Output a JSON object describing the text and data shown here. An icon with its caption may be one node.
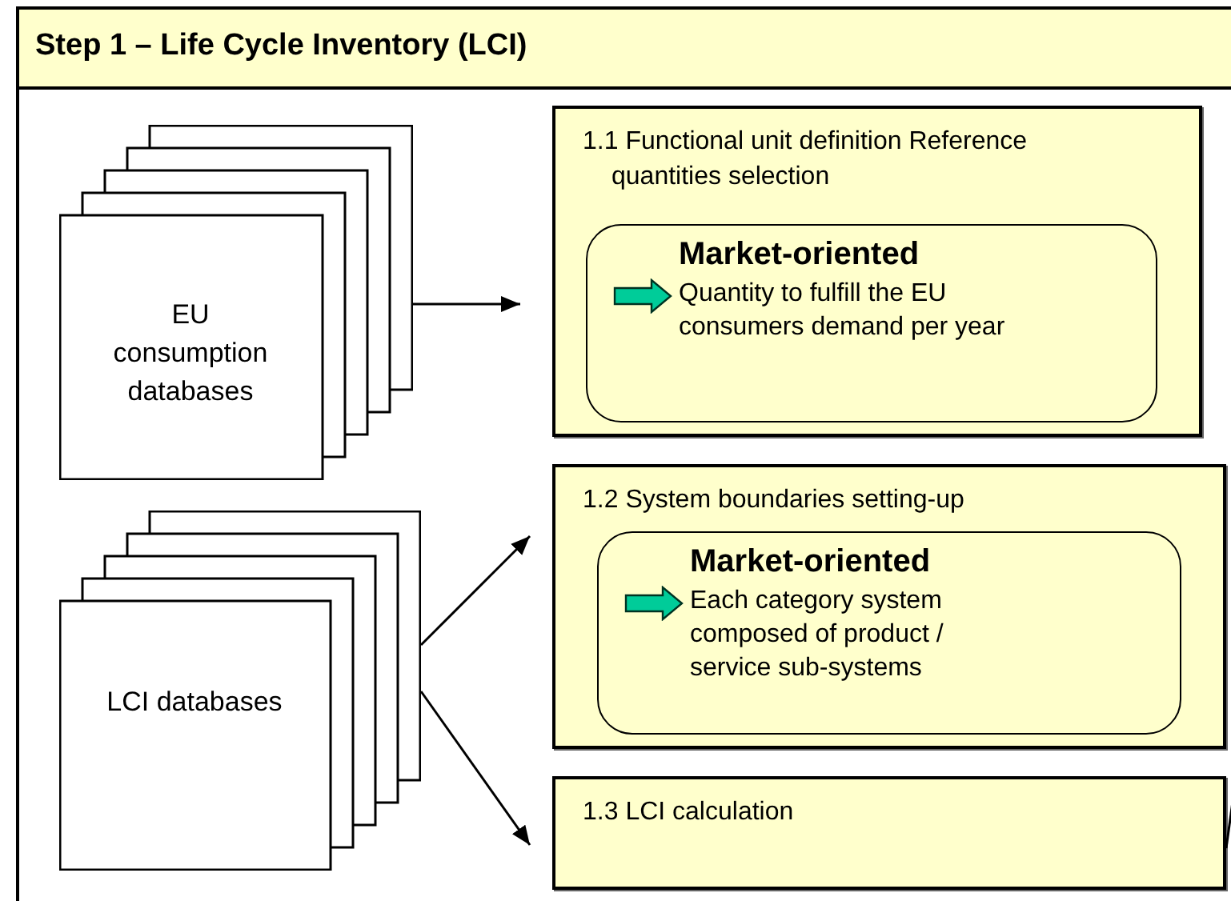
{
  "diagram": {
    "nodes": [
      {
        "text": [
          "Step 1 – Life Cycle Inventory (LCI)"
        ]
      },
      {
        "text": [
          "EU consumption databases"
        ],
        "in": 0
      },
      {
        "text": [
          "1.1 Functional unit definition Reference quantities selection"
        ],
        "in": 0
      },
      {
        "text": [
          "Market-oriented",
          "Quantity to fulfill the EU consumers demand per year"
        ],
        "in": 2
      },
      {
        "text": [
          "LCI databases"
        ],
        "in": 0
      },
      {
        "text": [
          "1.2 System boundaries setting-up"
        ],
        "in": 0
      },
      {
        "text": [
          "Market-oriented",
          "Each category system composed of product / service sub-systems"
        ],
        "in": 5
      },
      {
        "text": [
          "1.3 LCI calculation"
        ],
        "in": 0
      }
    ],
    "edges": [
      {
        "from": 1,
        "to": 2,
        "arrow": "to"
      },
      {
        "from": 4,
        "to": 5,
        "arrow": "to"
      },
      {
        "from": 4,
        "to": 7,
        "arrow": "to"
      },
      {
        "from": 7,
        "to": null,
        "arrow": "none"
      }
    ]
  }
}
